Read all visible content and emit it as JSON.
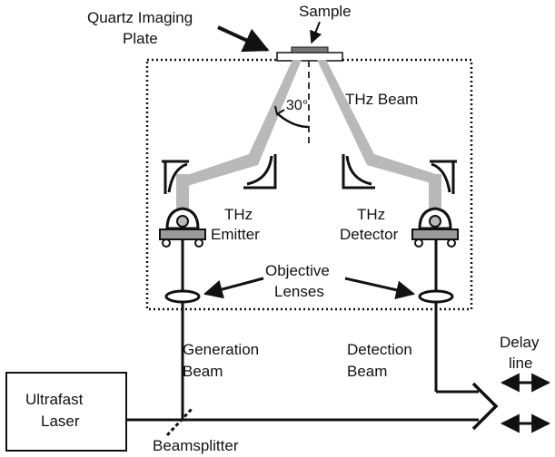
{
  "labels": {
    "quartz_line1": "Quartz Imaging",
    "quartz_line2": "Plate",
    "sample": "Sample",
    "thz_beam": "THz Beam",
    "angle": "30°",
    "thz_emitter_line1": "THz",
    "thz_emitter_line2": "Emitter",
    "thz_detector_line1": "THz",
    "thz_detector_line2": "Detector",
    "objective_line1": "Objective",
    "objective_line2": "Lenses",
    "generation_line1": "Generation",
    "generation_line2": "Beam",
    "detection_line1": "Detection",
    "detection_line2": "Beam",
    "delay_line1": "Delay",
    "delay_line2": "line",
    "laser_line1": "Ultrafast",
    "laser_line2": "Laser",
    "beamsplitter": "Beamsplitter"
  },
  "colors": {
    "thz_beam": "#b9b9b9",
    "ink": "#111111",
    "optics_fill": "#9a9a9a"
  }
}
